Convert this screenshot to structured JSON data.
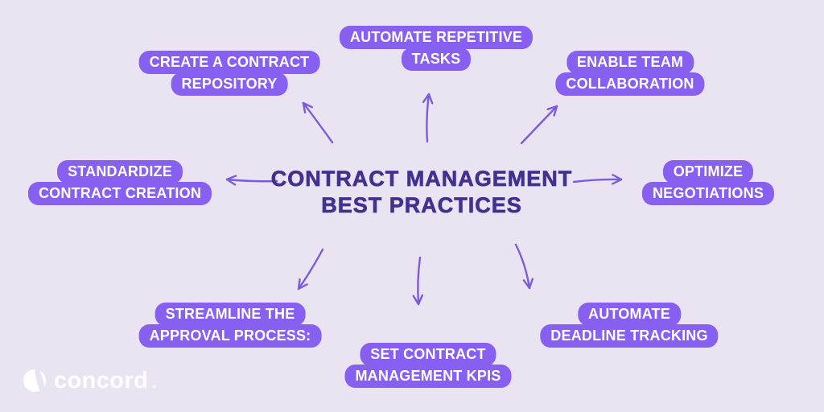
{
  "colors": {
    "background": "#EAE4F2",
    "node-fill": "#8760F2",
    "node-text": "#FFFFFF",
    "title": "#43318F",
    "arrow": "#7B5CD9",
    "logo": "#FFFFFF"
  },
  "title": {
    "line1": "CONTRACT MANAGEMENT",
    "line2": "BEST PRACTICES"
  },
  "nodes": [
    {
      "id": "automate-repetitive-tasks",
      "lines": [
        "AUTOMATE REPETITIVE",
        "TASKS"
      ]
    },
    {
      "id": "create-a-contract-repository",
      "lines": [
        "CREATE A CONTRACT",
        "REPOSITORY"
      ]
    },
    {
      "id": "enable-team-collaboration",
      "lines": [
        "ENABLE TEAM",
        "COLLABORATION"
      ]
    },
    {
      "id": "standardize-contract-creation",
      "lines": [
        "STANDARDIZE",
        "CONTRACT CREATION"
      ]
    },
    {
      "id": "optimize-negotiations",
      "lines": [
        "OPTIMIZE",
        "NEGOTIATIONS"
      ]
    },
    {
      "id": "streamline-the-approval-process",
      "lines": [
        "STREAMLINE THE",
        "APPROVAL PROCESS:"
      ]
    },
    {
      "id": "set-contract-management-kpis",
      "lines": [
        "SET CONTRACT",
        "MANAGEMENT KPIS"
      ]
    },
    {
      "id": "automate-deadline-tracking",
      "lines": [
        "AUTOMATE",
        "DEADLINE TRACKING"
      ]
    }
  ],
  "connections": [
    {
      "from": "center",
      "to": "create-a-contract-repository"
    },
    {
      "from": "center",
      "to": "automate-repetitive-tasks"
    },
    {
      "from": "center",
      "to": "enable-team-collaboration"
    },
    {
      "from": "center",
      "to": "standardize-contract-creation"
    },
    {
      "from": "center",
      "to": "optimize-negotiations"
    },
    {
      "from": "center",
      "to": "streamline-the-approval-process"
    },
    {
      "from": "center",
      "to": "set-contract-management-kpis"
    },
    {
      "from": "center",
      "to": "automate-deadline-tracking"
    }
  ],
  "logo": {
    "text": "concord",
    "icon": "concord-mark-icon"
  }
}
